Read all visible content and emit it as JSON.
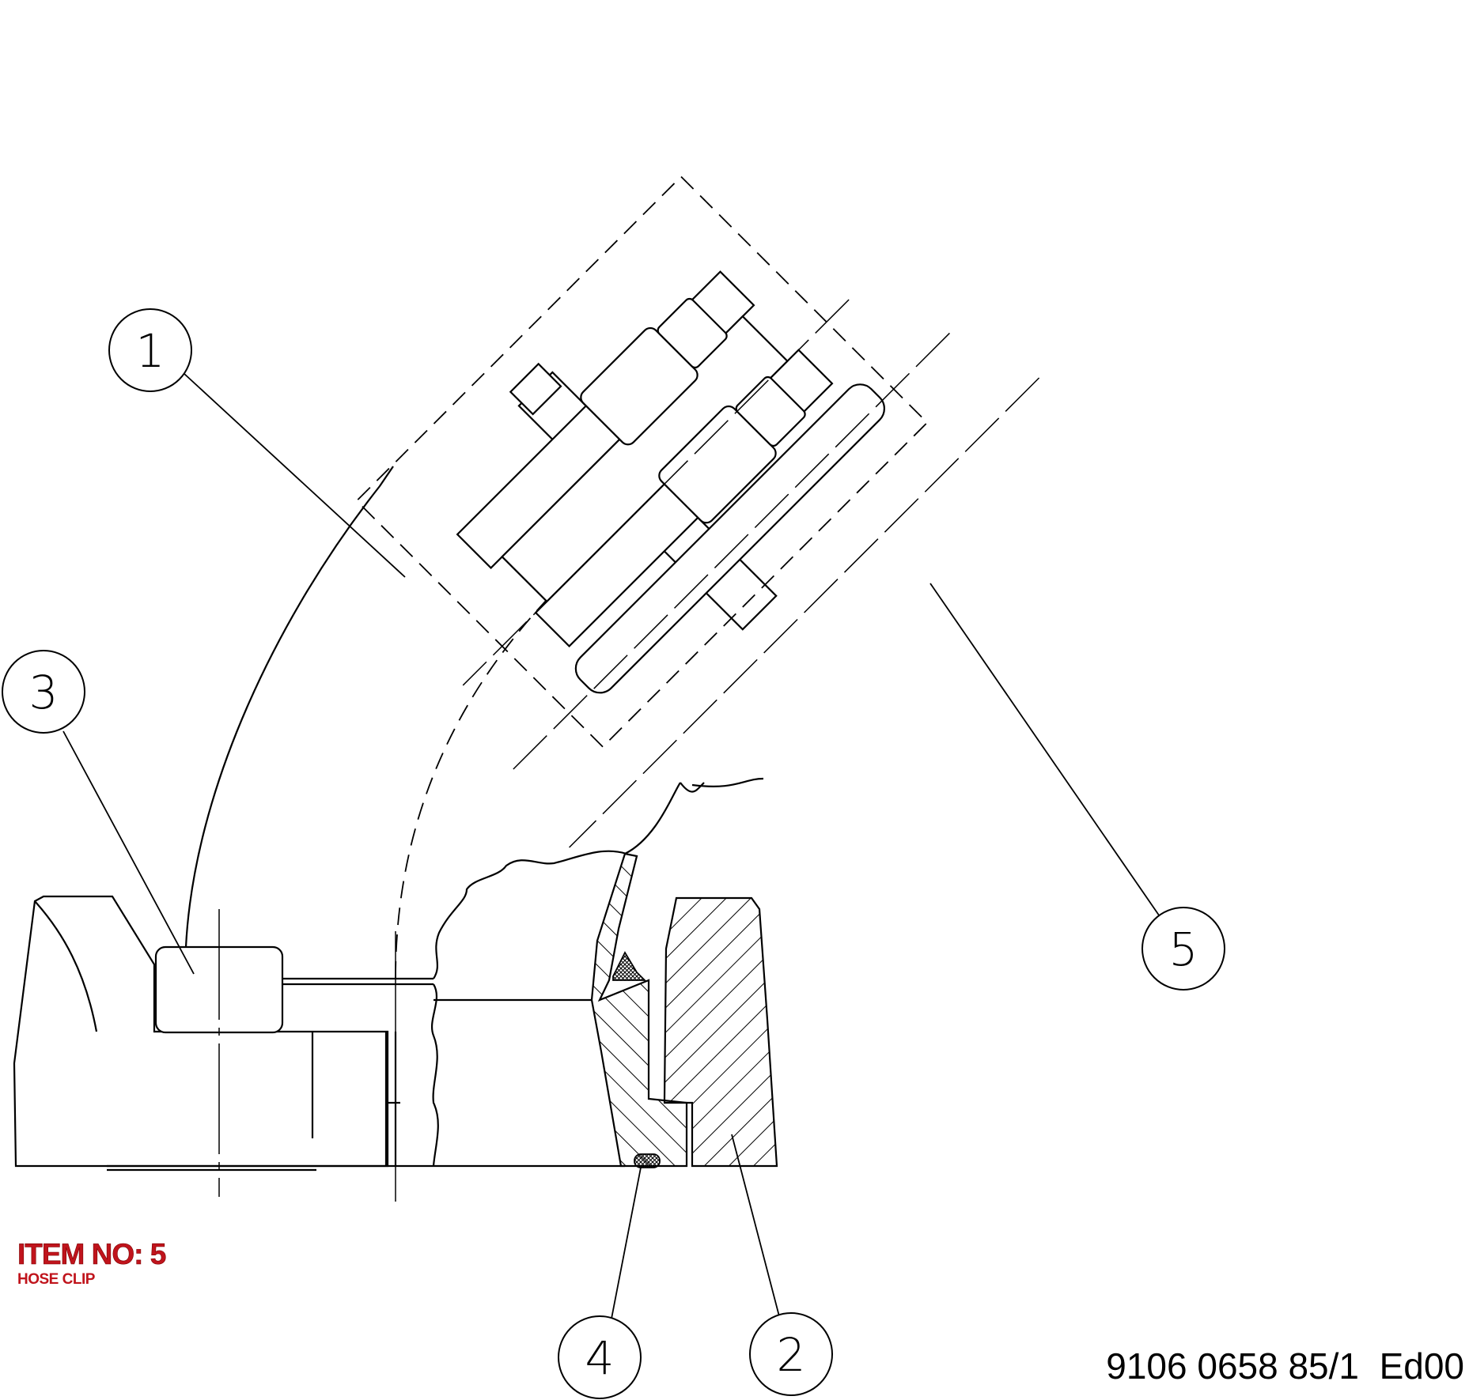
{
  "callouts": [
    "1",
    "2",
    "3",
    "4",
    "5"
  ],
  "item": {
    "label": "ITEM NO: 5",
    "description": "HOSE CLIP",
    "color": "#c0141c"
  },
  "document": {
    "number": "9106 0658 85/1  Ed00"
  }
}
